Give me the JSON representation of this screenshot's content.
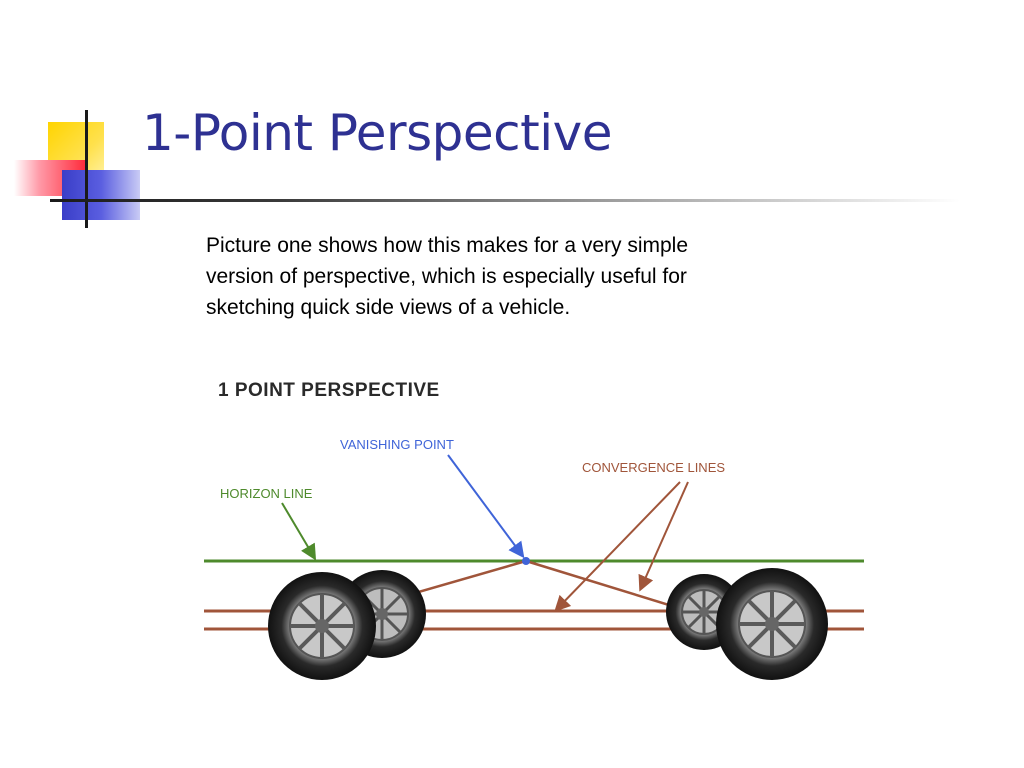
{
  "slide": {
    "title": "1-Point Perspective",
    "body_lines": [
      "Picture one shows how this makes for a very simple",
      "version of perspective, which is especially useful for",
      "sketching quick side views of a vehicle."
    ]
  },
  "figure": {
    "heading": "1 POINT PERSPECTIVE",
    "labels": {
      "vanishing_point": "VANISHING POINT",
      "convergence_lines": "CONVERGENCE LINES",
      "horizon_line": "HORIZON LINE"
    },
    "colors": {
      "horizon": "#4e8a2c",
      "convergence": "#a0553a",
      "vanishing": "#3f64d8",
      "title": "#2e3192"
    },
    "icons": {
      "logo": "corner-squares-logo",
      "wheel": "car-wheel-icon"
    }
  }
}
